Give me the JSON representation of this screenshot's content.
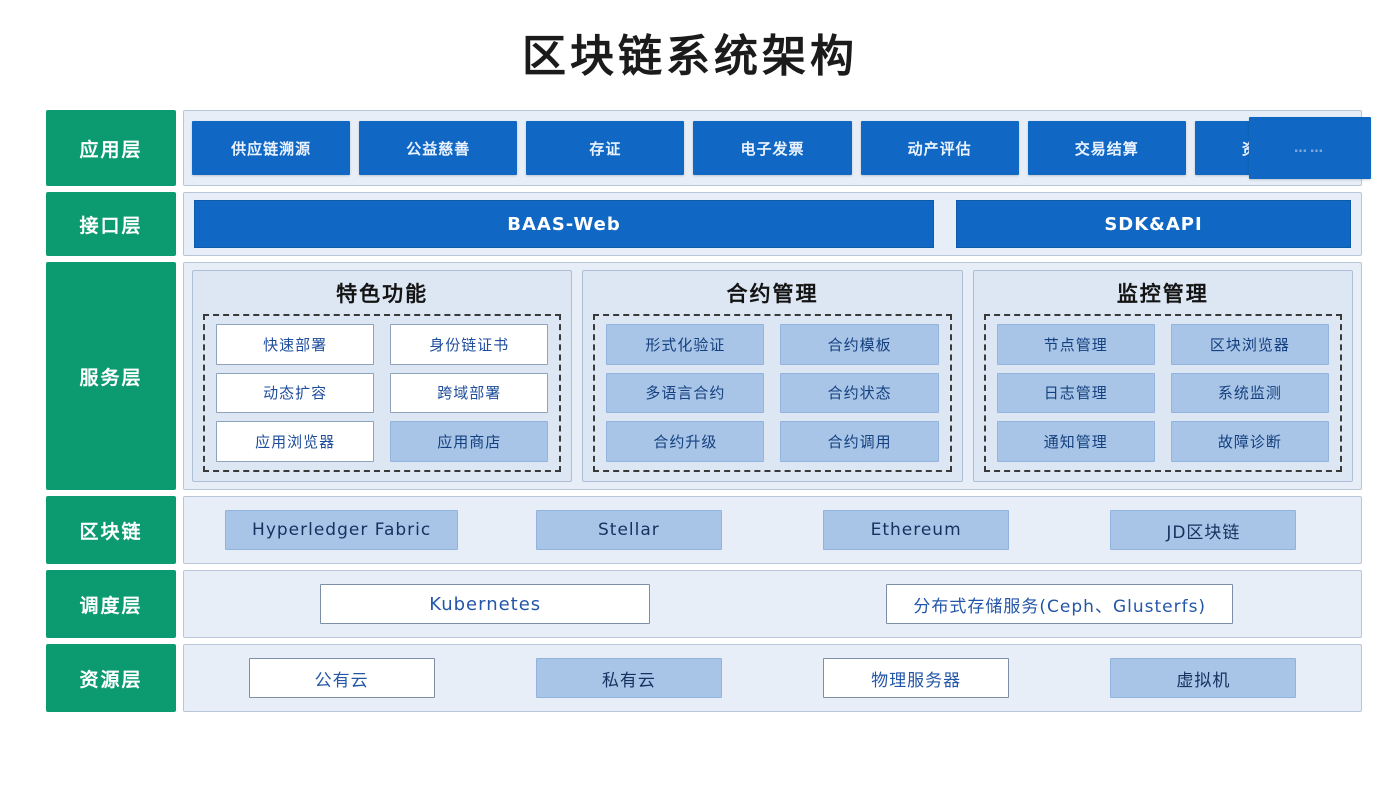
{
  "title": "区块链系统架构",
  "colors": {
    "layer_label_green": "#0c9b71",
    "app_chip_blue": "#1068c4",
    "panel_bg": "#dde7f4",
    "chip_fill_blue": "#a8c4e6",
    "body_bg": "#e8eef7"
  },
  "layers": [
    {
      "id": "application",
      "label": "应用层",
      "items": [
        "供应链溯源",
        "公益慈善",
        "存证",
        "电子发票",
        "动产评估",
        "交易结算",
        "资质备案"
      ],
      "more_label": "……"
    },
    {
      "id": "interface",
      "label": "接口层",
      "items": [
        "BAAS-Web",
        "SDK&API"
      ]
    },
    {
      "id": "service",
      "label": "服务层",
      "panels": [
        {
          "title": "特色功能",
          "items": [
            {
              "label": "快速部署",
              "style": "outline"
            },
            {
              "label": "身份链证书",
              "style": "outline"
            },
            {
              "label": "动态扩容",
              "style": "outline"
            },
            {
              "label": "跨域部署",
              "style": "outline"
            },
            {
              "label": "应用浏览器",
              "style": "outline"
            },
            {
              "label": "应用商店",
              "style": "filled"
            }
          ]
        },
        {
          "title": "合约管理",
          "items": [
            {
              "label": "形式化验证",
              "style": "filled"
            },
            {
              "label": "合约模板",
              "style": "filled"
            },
            {
              "label": "多语言合约",
              "style": "filled"
            },
            {
              "label": "合约状态",
              "style": "filled"
            },
            {
              "label": "合约升级",
              "style": "filled"
            },
            {
              "label": "合约调用",
              "style": "filled"
            }
          ]
        },
        {
          "title": "监控管理",
          "items": [
            {
              "label": "节点管理",
              "style": "filled"
            },
            {
              "label": "区块浏览器",
              "style": "filled"
            },
            {
              "label": "日志管理",
              "style": "filled"
            },
            {
              "label": "系统监测",
              "style": "filled"
            },
            {
              "label": "通知管理",
              "style": "filled"
            },
            {
              "label": "故障诊断",
              "style": "filled"
            }
          ]
        }
      ]
    },
    {
      "id": "blockchain",
      "label": "区块链",
      "items": [
        {
          "label": "Hyperledger Fabric",
          "style": "filled"
        },
        {
          "label": "Stellar",
          "style": "filled"
        },
        {
          "label": "Ethereum",
          "style": "filled"
        },
        {
          "label": "JD区块链",
          "style": "filled"
        }
      ]
    },
    {
      "id": "schedule",
      "label": "调度层",
      "items": [
        {
          "label": "Kubernetes",
          "style": "outline"
        },
        {
          "label": "分布式存储服务(Ceph、Glusterfs)",
          "style": "outline"
        }
      ]
    },
    {
      "id": "resource",
      "label": "资源层",
      "items": [
        {
          "label": "公有云",
          "style": "outline"
        },
        {
          "label": "私有云",
          "style": "filled"
        },
        {
          "label": "物理服务器",
          "style": "outline"
        },
        {
          "label": "虚拟机",
          "style": "filled"
        }
      ]
    }
  ]
}
